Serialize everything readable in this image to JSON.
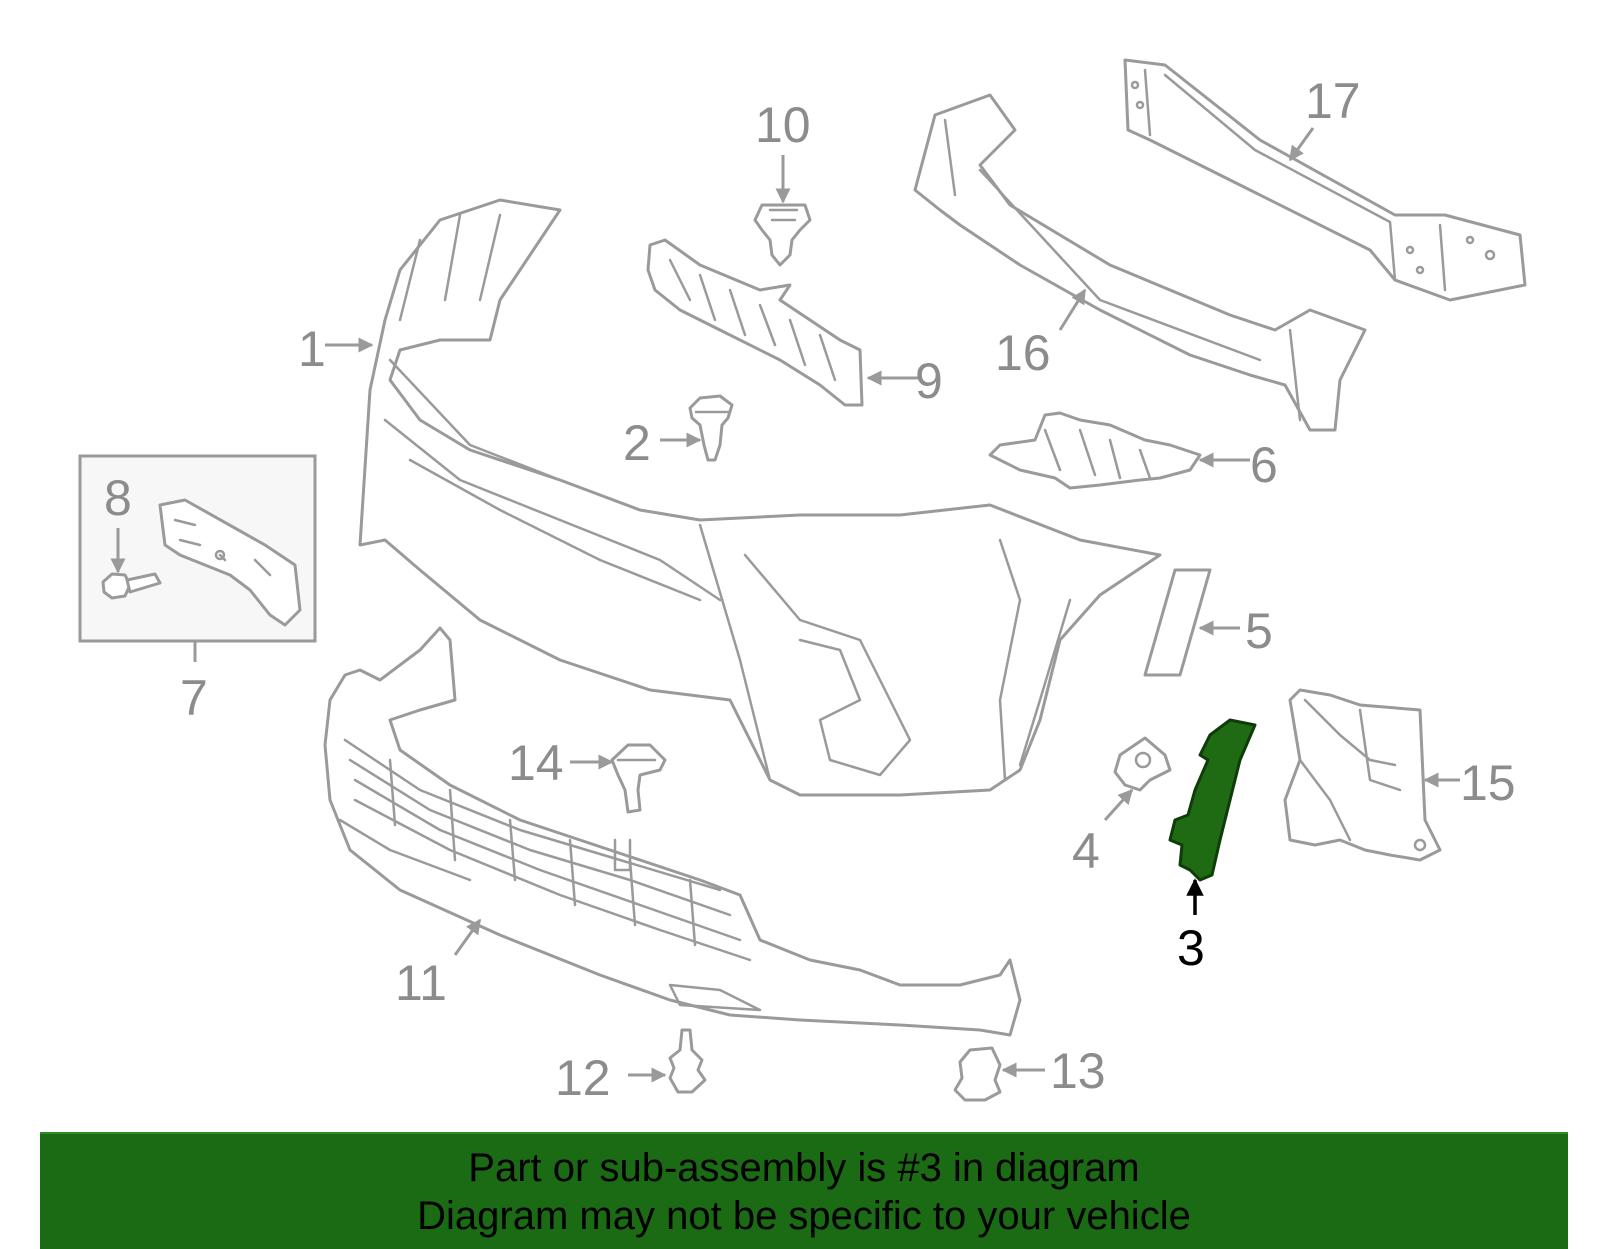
{
  "callouts": {
    "c1": "1",
    "c2": "2",
    "c3": "3",
    "c4": "4",
    "c5": "5",
    "c6": "6",
    "c7": "7",
    "c8": "8",
    "c9": "9",
    "c10": "10",
    "c11": "11",
    "c12": "12",
    "c13": "13",
    "c14": "14",
    "c15": "15",
    "c16": "16",
    "c17": "17"
  },
  "highlight": {
    "part": "3",
    "color": "#1f6b14"
  },
  "footer": {
    "line1": "Part or sub-assembly is #3 in diagram",
    "line2": "Diagram may not be specific to your vehicle",
    "background": "#1b6a14"
  }
}
